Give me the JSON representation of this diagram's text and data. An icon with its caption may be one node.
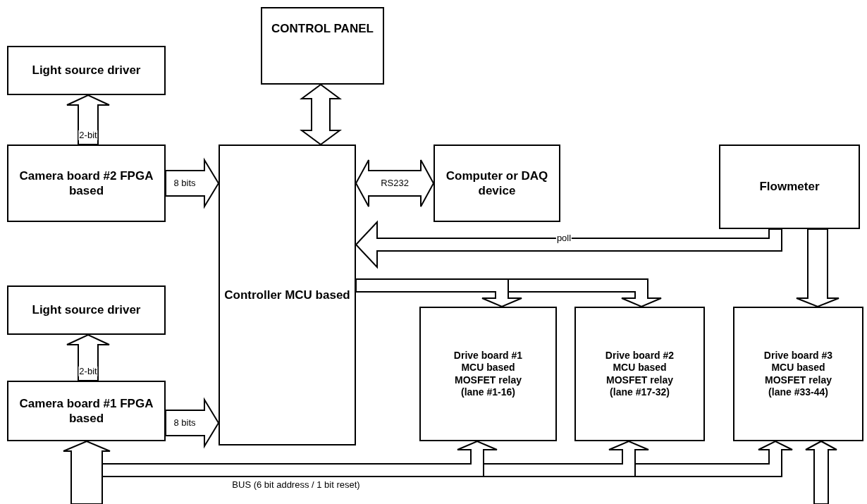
{
  "diagram": {
    "nodes": [
      {
        "text": [
          "CONTROL PANEL"
        ]
      },
      {
        "text": [
          "Light source driver"
        ]
      },
      {
        "text": [
          "Camera board #2 FPGA based"
        ]
      },
      {
        "text": [
          "Controller MCU based"
        ]
      },
      {
        "text": [
          "Computer or DAQ device"
        ]
      },
      {
        "text": [
          "Flowmeter"
        ]
      },
      {
        "text": [
          "Light source driver"
        ]
      },
      {
        "text": [
          "Camera board #1 FPGA based"
        ]
      },
      {
        "text": [
          "Drive board #1 MCU based MOSFET relay (lane #1-16)"
        ]
      },
      {
        "text": [
          "Drive board #2 MCU based MOSFET relay (lane #17-32)"
        ]
      },
      {
        "text": [
          "Drive board #3 MCU based MOSFET relay (lane #33-44)"
        ]
      }
    ],
    "edges": [
      {
        "from": 3,
        "to": 0,
        "arrow": "both"
      },
      {
        "from": 2,
        "to": 1,
        "arrow": "to",
        "label": "2-bit"
      },
      {
        "from": 2,
        "to": 3,
        "arrow": "to",
        "label": "8 bits"
      },
      {
        "from": 3,
        "to": 4,
        "arrow": "both",
        "label": "RS232"
      },
      {
        "from": 5,
        "to": 3,
        "arrow": "to",
        "label": "poll"
      },
      {
        "from": 5,
        "to": 10,
        "arrow": "to"
      },
      {
        "from": 3,
        "to": 8,
        "arrow": "to"
      },
      {
        "from": 3,
        "to": 9,
        "arrow": "to"
      },
      {
        "from": 7,
        "to": 6,
        "arrow": "to",
        "label": "2-bit"
      },
      {
        "from": 7,
        "to": 3,
        "arrow": "to",
        "label": "8 bits"
      },
      {
        "from": null,
        "to": 7,
        "arrow": "to"
      },
      {
        "from": null,
        "to": 8,
        "arrow": "to",
        "label": "BUS (6 bit address / 1 bit reset)"
      },
      {
        "from": null,
        "to": 9,
        "arrow": "to"
      },
      {
        "from": null,
        "to": 10,
        "arrow": "to"
      },
      {
        "from": null,
        "to": 10,
        "arrow": "to"
      }
    ]
  }
}
